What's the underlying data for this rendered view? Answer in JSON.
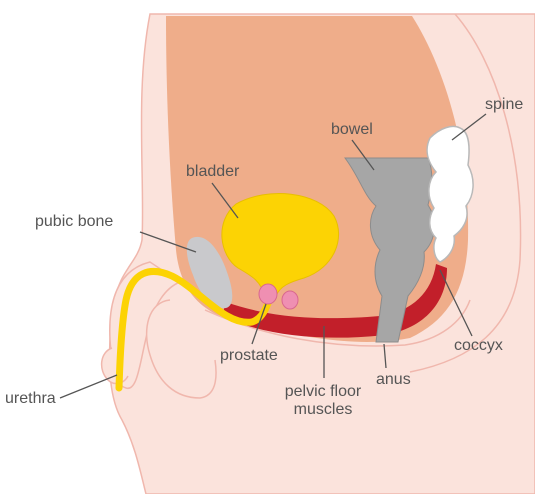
{
  "labels": {
    "spine": "spine",
    "bowel": "bowel",
    "bladder": "bladder",
    "pubic_bone": "pubic bone",
    "prostate": "prostate",
    "coccyx": "coccyx",
    "urethra": "urethra",
    "anus": "anus",
    "pelvic_floor_line1": "pelvic floor",
    "pelvic_floor_line2": "muscles"
  },
  "colors": {
    "skin_outer": "#fbe3dc",
    "skin_outline": "#f0b7ad",
    "abdominal_cavity": "#efad8a",
    "bladder": "#fcd304",
    "urethra": "#fcd304",
    "pelvic_floor_muscles": "#c21f2a",
    "bowel": "#a6a6a6",
    "pubic_bone": "#c9c9cc",
    "spine_coccyx": "#ffffff",
    "prostate": "#ef8fb2",
    "leader_line": "#555555",
    "label_text": "#555555"
  }
}
